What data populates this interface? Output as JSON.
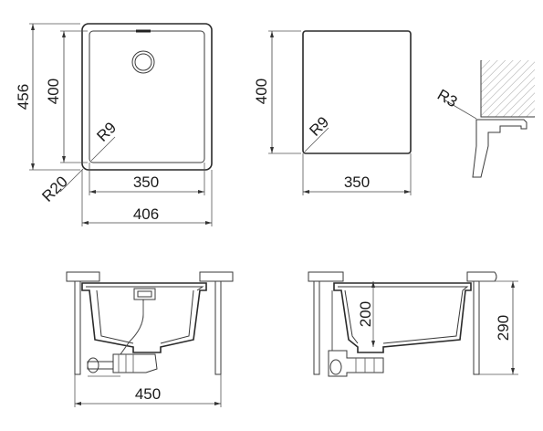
{
  "views": {
    "top_sink": {
      "height_outer": "456",
      "height_inner": "400",
      "radius_inner": "R9",
      "radius_outer": "R20",
      "width_inner": "350",
      "width_outer": "406"
    },
    "top_cutout": {
      "height": "400",
      "radius": "R9",
      "width": "350"
    },
    "edge_detail": {
      "radius": "R3"
    },
    "front_section": {
      "width": "450"
    },
    "side_section": {
      "depth_bowl": "200",
      "depth_total": "290"
    }
  }
}
